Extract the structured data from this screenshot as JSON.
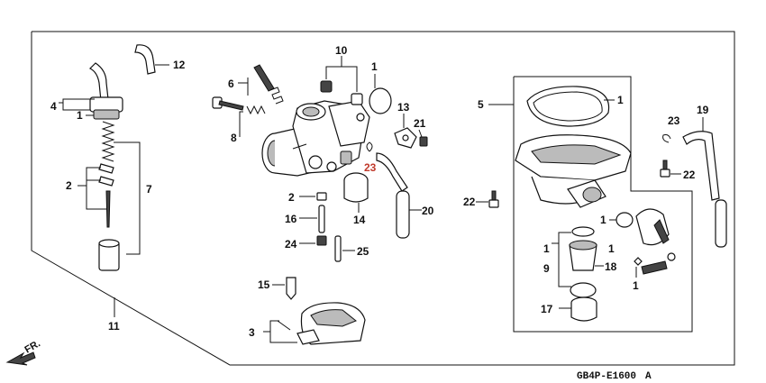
{
  "diagram_code": "GB4P-E1600",
  "diagram_code_suffix": "A",
  "direction_label": "FR.",
  "callouts": {
    "c1a": "1",
    "c1b": "1",
    "c1c": "1",
    "c1d": "1",
    "c1e": "1",
    "c1f": "1",
    "c1g": "1",
    "c2a": "2",
    "c2b": "2",
    "c3": "3",
    "c4": "4",
    "c5": "5",
    "c6": "6",
    "c7": "7",
    "c8": "8",
    "c9": "9",
    "c10": "10",
    "c11": "11",
    "c12": "12",
    "c13": "13",
    "c14": "14",
    "c15": "15",
    "c16": "16",
    "c17": "17",
    "c18": "18",
    "c19": "19",
    "c20": "20",
    "c21": "21",
    "c22a": "22",
    "c22b": "22",
    "c23a": "23",
    "c23b": "23",
    "c24": "24",
    "c25": "25"
  }
}
